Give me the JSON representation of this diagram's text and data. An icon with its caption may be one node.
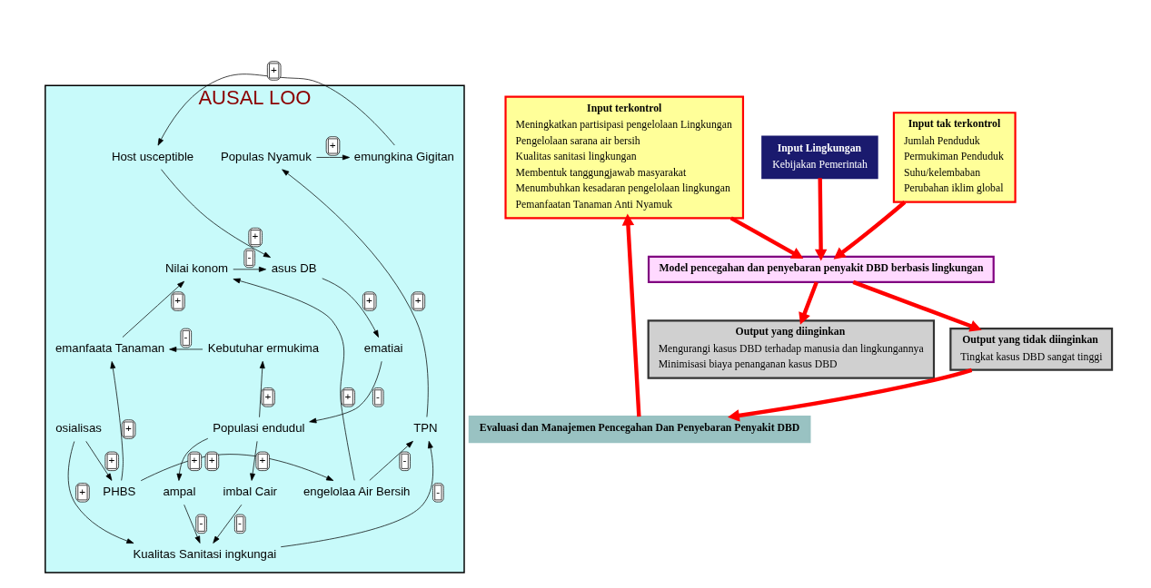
{
  "diagram": {
    "nodes": [
      {
        "text": [
          "AUSAL LOO"
        ]
      },
      {
        "text": [
          "Populas Nyamuk"
        ],
        "in": 0
      },
      {
        "text": [
          "emungkina Gigitan"
        ],
        "in": 0
      },
      {
        "text": [
          "Host usceptible"
        ],
        "in": 0
      },
      {
        "text": [
          "Nilai konom"
        ],
        "in": 0
      },
      {
        "text": [
          "asus DB"
        ],
        "in": 0
      },
      {
        "text": [
          "emanfaata Tanaman"
        ],
        "in": 0
      },
      {
        "text": [
          "engelolaa Air Bersih"
        ],
        "in": 0
      },
      {
        "text": [
          "PHBS"
        ],
        "in": 0
      },
      {
        "text": [
          "Kebutuhar ermukima"
        ],
        "in": 0
      },
      {
        "text": [
          "ematiai"
        ],
        "in": 0
      },
      {
        "text": [
          "TPN"
        ],
        "in": 0
      },
      {
        "text": [
          "Populasi endudul"
        ],
        "in": 0
      },
      {
        "text": [
          "osialisas"
        ],
        "in": 0
      },
      {
        "text": [
          "imbal Cair"
        ],
        "in": 0
      },
      {
        "text": [
          "ampal"
        ],
        "in": 0
      },
      {
        "text": [
          "Kualitas Sanitasi ingkungai"
        ],
        "in": 0
      },
      {
        "text": [
          "Input Lingkungan",
          "Kebijakan Pemerintah"
        ]
      },
      {
        "text": [
          "Input tak terkontrol",
          "Jumlah Penduduk",
          "Permukiman Penduduk",
          "Suhu/kelembaban",
          "Perubahan iklim global"
        ]
      },
      {
        "text": [
          "Output yang diinginkan",
          "Mengurangi kasus DBD terhadap manusia dan lingkungannya",
          "Minimisasi biaya penanganan kasus DBD"
        ]
      },
      {
        "text": [
          "Model pencegahan dan penyebaran penyakit DBD berbasis lingkungan"
        ]
      },
      {
        "text": [
          "Input terkontrol",
          "Meningkatkan partisipasi pengelolaan Lingkungan",
          "Pengelolaan sarana air bersih",
          "Kualitas sanitasi lingkungan",
          "Membentuk tanggungjawab masyarakat",
          "Menumbuhkan kesadaran pengelolaan lingkungan",
          "Pemanfaatan Tanaman Anti Nyamuk"
        ]
      },
      {
        "text": [
          "Output yang tidak diinginkan",
          "Tingkat kasus DBD sangat tinggi"
        ]
      },
      {
        "text": [
          "Evaluasi dan Manajemen Pencegahan Dan Penyebaran Penyakit DBD"
        ]
      }
    ],
    "edges": [
      {
        "from": 11,
        "to": 1,
        "arrow": "to",
        "label": "+"
      },
      {
        "from": 1,
        "to": 2,
        "arrow": "to",
        "label": "+"
      },
      {
        "from": 2,
        "to": 3,
        "arrow": "to",
        "label": "+"
      },
      {
        "from": 3,
        "to": 5,
        "arrow": "to",
        "label": "+"
      },
      {
        "from": 4,
        "to": 5,
        "arrow": "to",
        "label": "-"
      },
      {
        "from": 5,
        "to": 10,
        "arrow": "to",
        "label": "+"
      },
      {
        "from": 10,
        "to": 12,
        "arrow": "to",
        "label": "-"
      },
      {
        "from": 12,
        "to": 9,
        "arrow": "to",
        "label": "+"
      },
      {
        "from": 9,
        "to": 6,
        "arrow": "to",
        "label": "-"
      },
      {
        "from": 6,
        "to": 4,
        "arrow": "to",
        "label": "+"
      },
      {
        "from": 7,
        "to": 4,
        "arrow": "to",
        "label": "+"
      },
      {
        "from": 8,
        "to": 6,
        "arrow": "to",
        "label": "+"
      },
      {
        "from": 8,
        "to": 7,
        "arrow": "to",
        "label": "+"
      },
      {
        "from": 7,
        "to": 11,
        "arrow": "to",
        "label": "-"
      },
      {
        "from": 13,
        "to": 8,
        "arrow": "to",
        "label": "+"
      },
      {
        "from": 13,
        "to": 16,
        "arrow": "to",
        "label": "+"
      },
      {
        "from": 12,
        "to": 14,
        "arrow": "to",
        "label": "+"
      },
      {
        "from": 14,
        "to": 16,
        "arrow": "to",
        "label": "-"
      },
      {
        "from": 12,
        "to": 15,
        "arrow": "to",
        "label": "+"
      },
      {
        "from": 15,
        "to": 16,
        "arrow": "to",
        "label": "-"
      },
      {
        "from": 16,
        "to": 11,
        "arrow": "to",
        "label": "-"
      },
      {
        "from": 17,
        "to": 20,
        "arrow": "to",
        "style": "thick",
        "color": "#ff0000"
      },
      {
        "from": 18,
        "to": 20,
        "arrow": "to",
        "style": "thick",
        "color": "#ff0000"
      },
      {
        "from": 21,
        "to": 20,
        "arrow": "to",
        "style": "thick",
        "color": "#ff0000"
      },
      {
        "from": 20,
        "to": 19,
        "arrow": "to",
        "style": "thick",
        "color": "#ff0000"
      },
      {
        "from": 20,
        "to": 22,
        "arrow": "to",
        "style": "thick",
        "color": "#ff0000"
      },
      {
        "from": 22,
        "to": 23,
        "arrow": "to",
        "style": "thick",
        "color": "#ff0000"
      },
      {
        "from": 23,
        "to": 21,
        "arrow": "to",
        "style": "thick",
        "color": "#ff0000"
      }
    ]
  }
}
